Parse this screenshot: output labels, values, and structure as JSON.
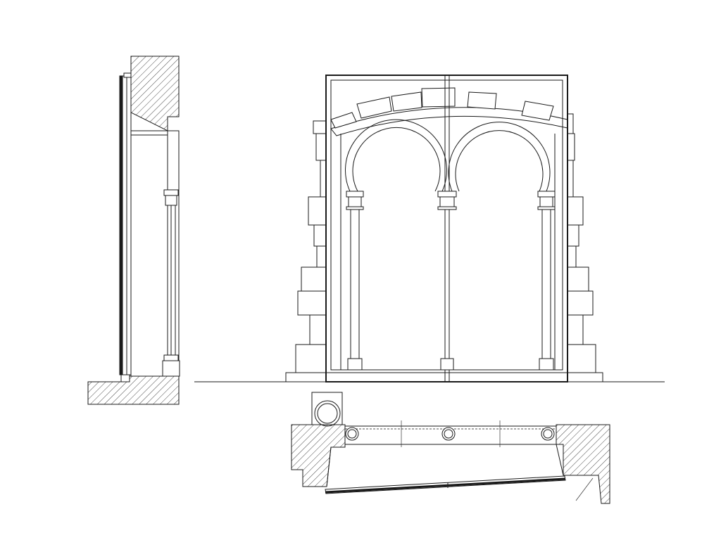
{
  "drawing": {
    "views": [
      "side-section",
      "front-elevation",
      "plan-section"
    ],
    "colors": {
      "line": "#1a1a1a",
      "background": "#ffffff"
    }
  }
}
